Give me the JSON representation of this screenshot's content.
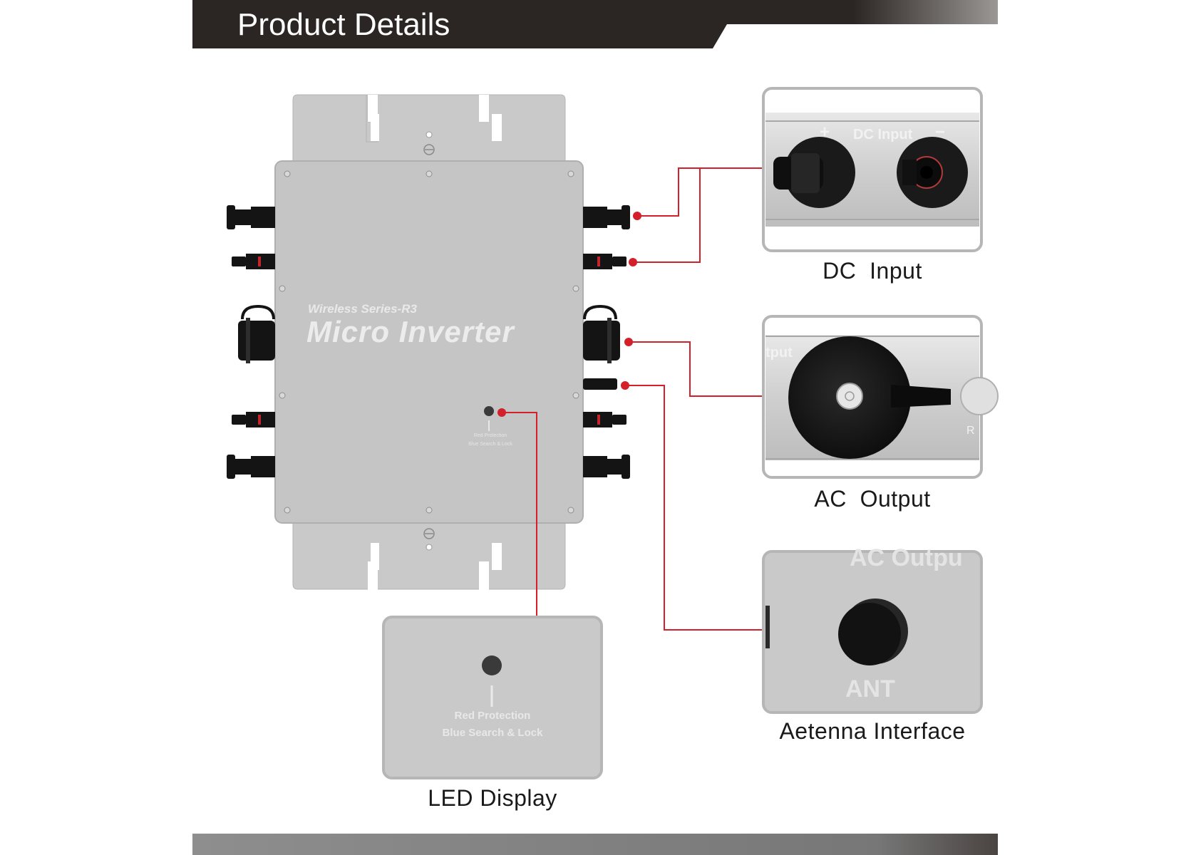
{
  "header": {
    "title": "Product Details"
  },
  "device": {
    "series_label": "Wireless Series-R3",
    "model_label": "Micro Inverter",
    "led_small_line1": "Red Protection",
    "led_small_line2": "Blue Search & Lock"
  },
  "callouts": {
    "dc_input": {
      "caption": "DC  Input",
      "panel_label": "DC Input",
      "plus": "+",
      "minus": "−"
    },
    "ac_output": {
      "caption": "AC  Output",
      "panel_fragment": "tput",
      "panel_fragment_right": "R"
    },
    "antenna": {
      "caption": "Aetenna Interface",
      "panel_top": "AC Outpu",
      "panel_bottom": "ANT"
    },
    "led_display": {
      "caption": "LED Display",
      "line1": "Red Protection",
      "line2": "Blue Search & Lock"
    }
  },
  "colors": {
    "header_dark": "#2b2523",
    "device_grey": "#c4c4c4",
    "device_edge": "#b3b3b3",
    "callout_red": "#d4202a",
    "connector_black": "#141414",
    "footer_grey": "#6f6f6f"
  }
}
